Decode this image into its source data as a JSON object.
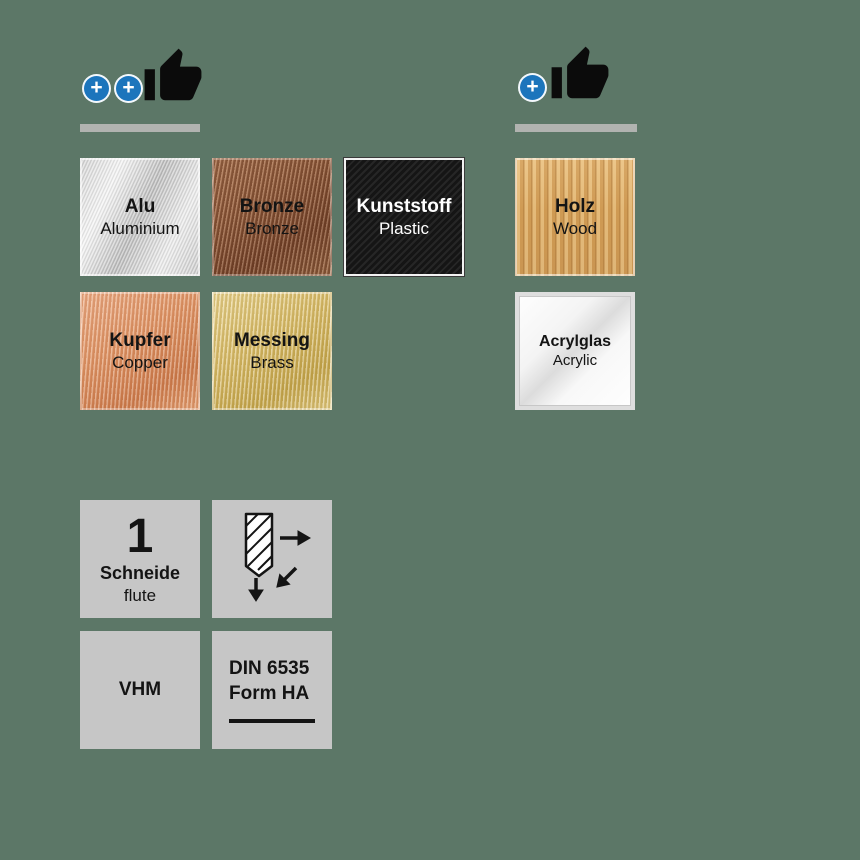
{
  "canvas": {
    "background": "#5c7767"
  },
  "ratings": {
    "left": {
      "plus_symbols": [
        "+",
        "+"
      ],
      "icon": "thumbs-up-icon"
    },
    "right": {
      "plus_symbols": [
        "+"
      ],
      "icon": "thumbs-up-icon"
    }
  },
  "materials": [
    {
      "title": "Alu",
      "subtitle": "Aluminium",
      "texture": "brushed-aluminium"
    },
    {
      "title": "Bronze",
      "subtitle": "Bronze",
      "texture": "brushed-bronze"
    },
    {
      "title": "Kunststoff",
      "subtitle": "Plastic",
      "texture": "black-plastic"
    },
    {
      "title": "Holz",
      "subtitle": "Wood",
      "texture": "oak-wood-grain"
    },
    {
      "title": "Kupfer",
      "subtitle": "Copper",
      "texture": "brushed-copper"
    },
    {
      "title": "Messing",
      "subtitle": "Brass",
      "texture": "brushed-brass"
    },
    {
      "title": "Acrylglas",
      "subtitle": "Acrylic",
      "texture": "clear-acrylic"
    }
  ],
  "specs": {
    "flutes": {
      "value": "1",
      "label_de": "Schneide",
      "label_en": "flute"
    },
    "material_code": "VHM",
    "shank_line1": "DIN 6535",
    "shank_line2": "Form HA"
  },
  "icons": {
    "plus-icon": "+",
    "thumbs-up-icon": "black thumbs-up silhouette",
    "plunge-drill-icon": "hatched end mill with right, down and diagonal feed arrows"
  },
  "colors": {
    "plus_circle_blue": "#1c75bc",
    "underline_bar_gray": "#b1b3b0",
    "spec_tile_gray": "#c6c6c6",
    "kunststoff_text": "#ffffff",
    "text_black": "#141414"
  }
}
